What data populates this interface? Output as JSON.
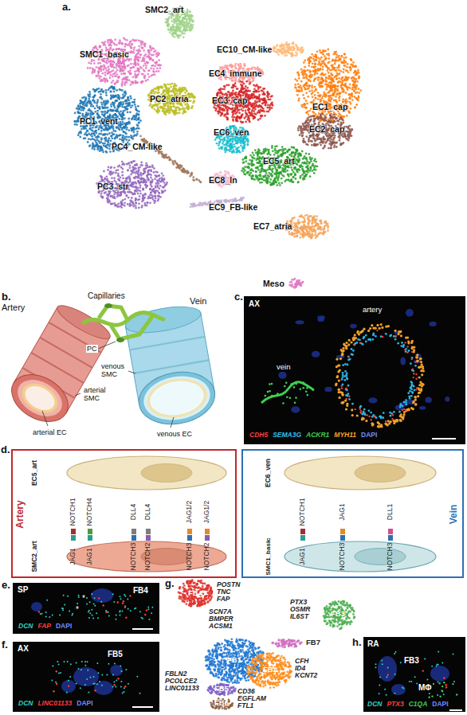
{
  "diagram": {
    "nodes": [
      {
        "text": [
          "AX",
          "vein",
          "artery",
          "CDH5",
          "SEMA3G",
          "ACKR1",
          "MYH11",
          "DAPI"
        ]
      },
      {
        "text": [
          "Artery"
        ]
      },
      {
        "text": [
          "EC5_art"
        ],
        "in": 1
      },
      {
        "text": [
          "SMC2_art"
        ],
        "in": 1
      },
      {
        "text": [
          "Vein"
        ]
      },
      {
        "text": [
          "EC6_ven"
        ],
        "in": 4
      },
      {
        "text": [
          "SMC1_basic"
        ],
        "in": 4
      },
      {
        "text": [
          "SP",
          "*",
          "*",
          "FB4",
          "DCN",
          "FAP",
          "DAPI"
        ]
      },
      {
        "text": [
          "AX",
          "FB5",
          "DCN",
          "LINC01133",
          "DAPI"
        ]
      },
      {
        "text": [
          "RA",
          "FB3",
          "MΦ",
          "DCN",
          "PTX3",
          "C1QA",
          "DAPI"
        ]
      }
    ],
    "labels": [
      "a.",
      "SMC2_art",
      "SMC1_basic",
      "EC10_CM-like",
      "EC4_immune",
      "PC2_atria",
      "EC3_cap",
      "EC1_cap",
      "PC1_vent",
      "PC4_CM-like",
      "EC6_ven",
      "EC2_cap",
      "EC5_art",
      "PC3_str",
      "EC8_ln",
      "EC9_FB-like",
      "EC7_atria",
      "Meso",
      "b.",
      "Artery",
      "Capillaries",
      "Vein",
      "PC",
      "venous SMC",
      "arterial SMC",
      "arterial EC",
      "venous EC",
      "c.",
      "d.",
      "NOTCH1",
      "NOTCH4",
      "DLL4",
      "DLL4",
      "JAG1/2",
      "JAG1/2",
      "JAG1",
      "JAG1",
      "NOTCH3",
      "NOTCH2",
      "NOTCH3",
      "NOTCH2",
      "NOTCH1",
      "JAG1",
      "DLL1",
      "JAG1",
      "NOTCH3",
      "NOTCH3",
      "e.",
      "f.",
      "g.",
      "FB4",
      "POSTN TNC FAP",
      "PTX3 OSMR IL6ST",
      "FB3",
      "SCN7A BMPER ACSM1",
      "FB1",
      "FB7",
      "CFH ID4 KCNT2",
      "FB2",
      "FBLN2 PCOLCE2 LINC01133",
      "FB5",
      "CD36 EGFLAM FTL1",
      "FB6",
      "h."
    ]
  }
}
